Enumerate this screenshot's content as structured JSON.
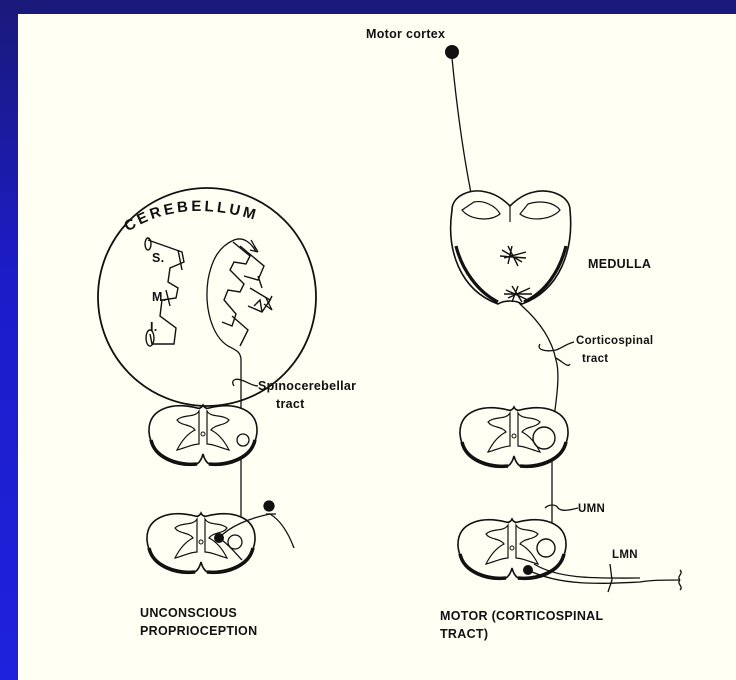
{
  "diagram": {
    "labels": {
      "cerebellum": "CEREBELLUM",
      "s": "S.",
      "m": "M.",
      "i": "I.",
      "spinocerebellar_1": "Spinocerebellar",
      "spinocerebellar_2": "tract",
      "motor_cortex": "Motor cortex",
      "medulla": "MEDULLA",
      "corticospinal_1": "Corticospinal",
      "corticospinal_2": "tract",
      "umn": "UMN",
      "lmn": "LMN",
      "left_caption_1": "UNCONSCIOUS",
      "left_caption_2": "PROPRIOCEPTION",
      "right_caption_1": "MOTOR (CORTICOSPINAL",
      "right_caption_2": "TRACT)"
    }
  }
}
